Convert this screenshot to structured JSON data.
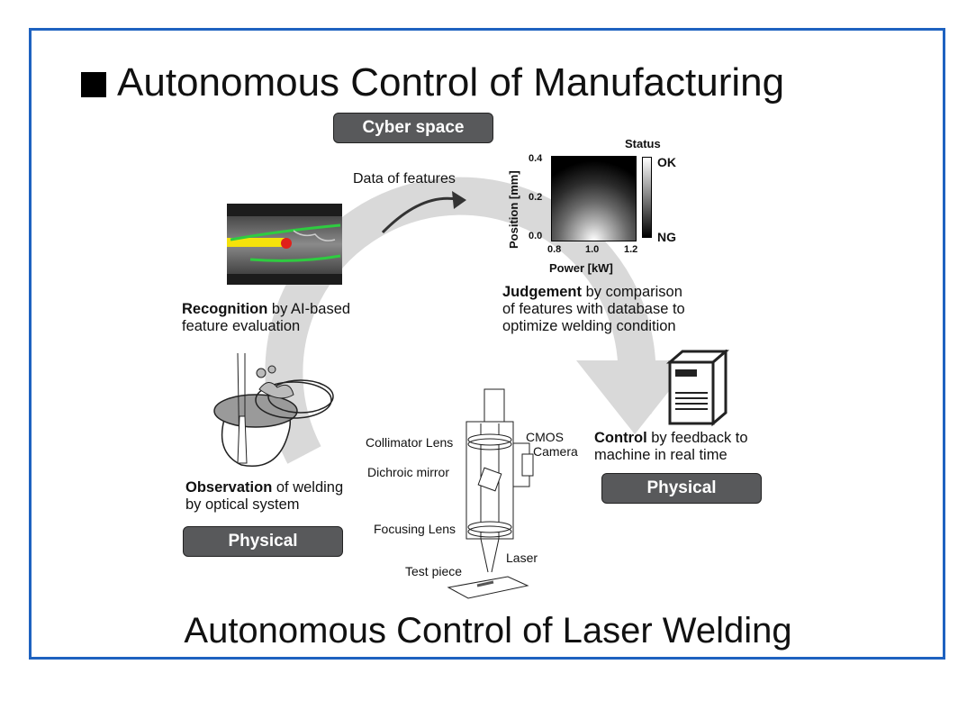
{
  "slide": {
    "title": "Autonomous Control of Manufacturing",
    "subtitle": "Autonomous Control of Laser Welding"
  },
  "badges": {
    "cyber": "Cyber space",
    "physical_left": "Physical",
    "physical_right": "Physical"
  },
  "arrow_label": "Data of features",
  "steps": {
    "recognition": {
      "bold": "Recognition",
      "text_line1": " by AI-based",
      "text_line2": "feature evaluation"
    },
    "judgement": {
      "bold": "Judgement",
      "text_line1": " by comparison",
      "text_line2": "of features with database to",
      "text_line3": "optimize welding condition"
    },
    "control": {
      "bold": "Control",
      "text_line1": " by feedback to",
      "text_line2": "machine in real time"
    },
    "observation": {
      "bold": "Observation",
      "text_line1": " of welding",
      "text_line2": "by optical system"
    }
  },
  "optics": {
    "collimator": "Collimator Lens",
    "dichroic": "Dichroic mirror",
    "focusing": "Focusing Lens",
    "test_piece": "Test piece",
    "laser": "Laser",
    "cmos": "CMOS",
    "camera": "Camera"
  },
  "heatmap": {
    "ylabel": "Position [mm]",
    "xlabel": "Power [kW]",
    "yticks": [
      "0.4",
      "0.2",
      "0.0"
    ],
    "xticks": [
      "0.8",
      "1.0",
      "1.2"
    ],
    "colorbar_title": "Status",
    "colorbar_top": "OK",
    "colorbar_bottom": "NG"
  },
  "colors": {
    "border": "#1e62c0",
    "badge": "#58595b",
    "cycle_arrow": "#d9d9d9",
    "weld_line": "#2ecc40",
    "laser_trace": "#f5e20a",
    "weld_spot": "#e0201a"
  },
  "icons": [
    "weld-camera-image",
    "weld-pool-illustration",
    "server-icon",
    "optical-head-illustration"
  ]
}
